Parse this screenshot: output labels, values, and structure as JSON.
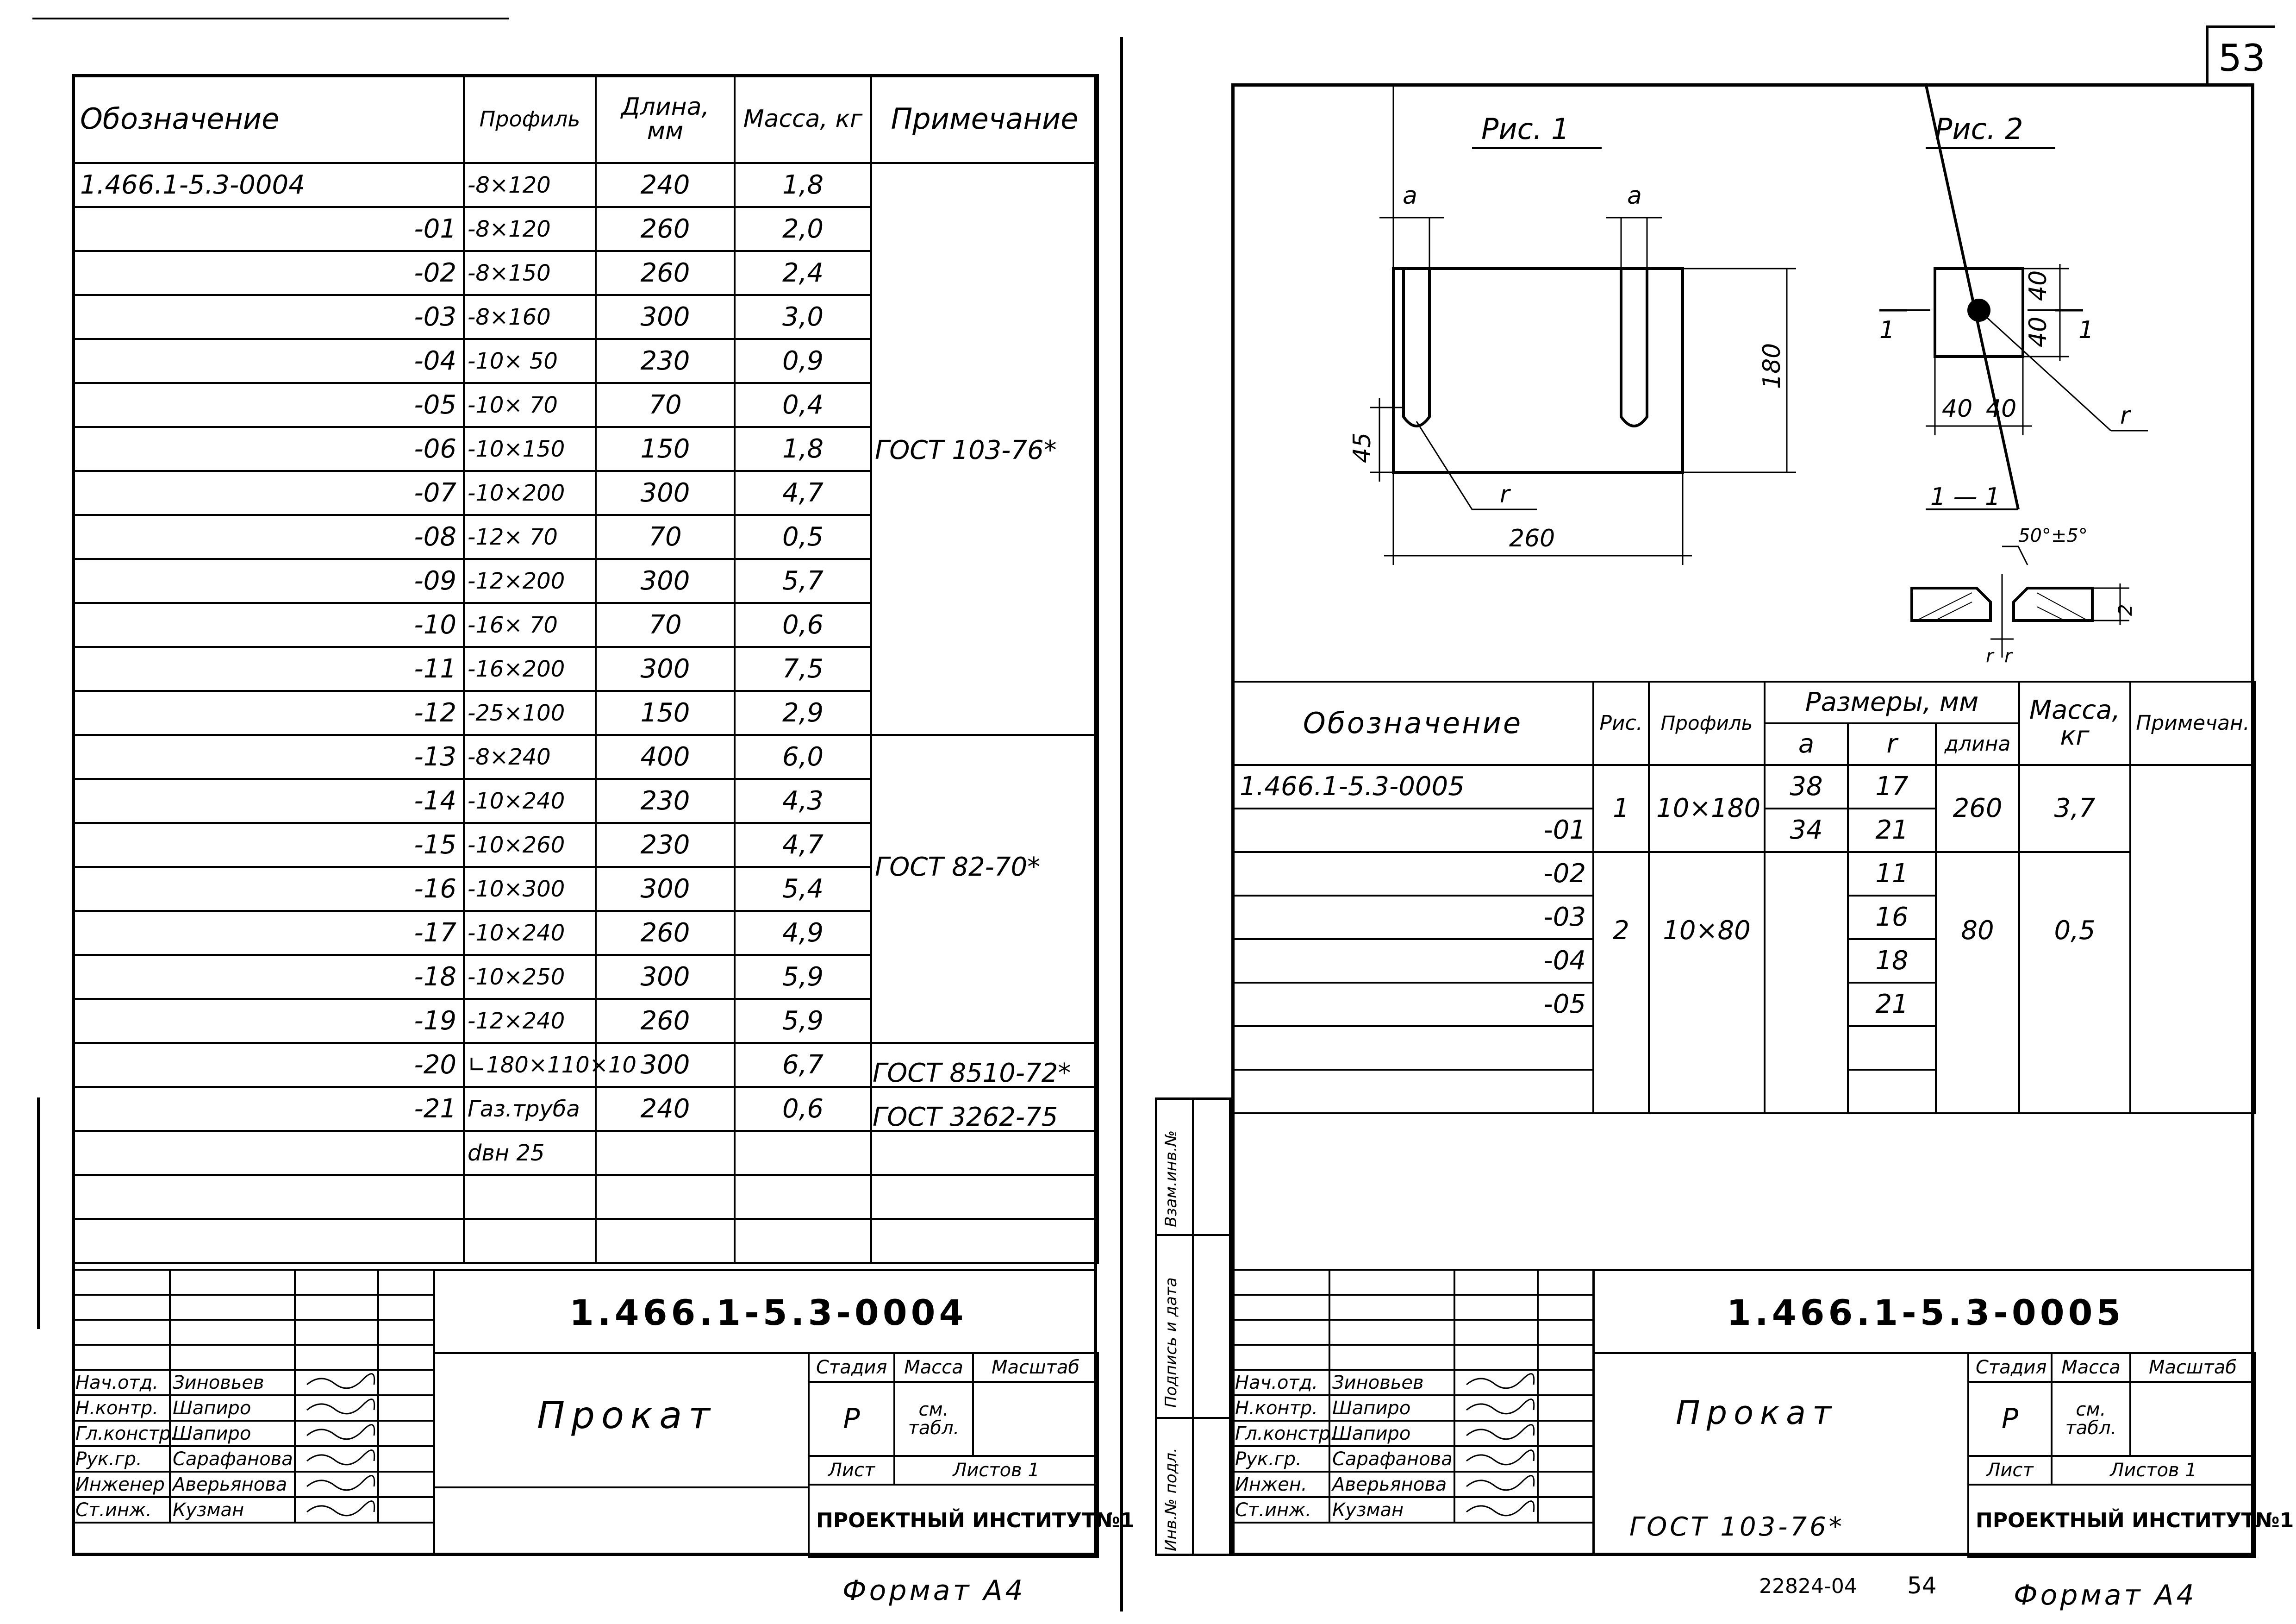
{
  "page_number": "53",
  "left_sheet": {
    "headers": [
      "Обозначение",
      "Профиль",
      "Длина, мм",
      "Масса, кг",
      "Примечание"
    ],
    "rows": [
      {
        "designation": "1.466.1-5.3-0004",
        "profile": "-8×120",
        "length": "240",
        "mass": "1,8"
      },
      {
        "designation": "-01",
        "profile": "-8×120",
        "length": "260",
        "mass": "2,0"
      },
      {
        "designation": "-02",
        "profile": "-8×150",
        "length": "260",
        "mass": "2,4"
      },
      {
        "designation": "-03",
        "profile": "-8×160",
        "length": "300",
        "mass": "3,0"
      },
      {
        "designation": "-04",
        "profile": "-10× 50",
        "length": "230",
        "mass": "0,9"
      },
      {
        "designation": "-05",
        "profile": "-10× 70",
        "length": "70",
        "mass": "0,4"
      },
      {
        "designation": "-06",
        "profile": "-10×150",
        "length": "150",
        "mass": "1,8"
      },
      {
        "designation": "-07",
        "profile": "-10×200",
        "length": "300",
        "mass": "4,7"
      },
      {
        "designation": "-08",
        "profile": "-12× 70",
        "length": "70",
        "mass": "0,5"
      },
      {
        "designation": "-09",
        "profile": "-12×200",
        "length": "300",
        "mass": "5,7"
      },
      {
        "designation": "-10",
        "profile": "-16× 70",
        "length": "70",
        "mass": "0,6"
      },
      {
        "designation": "-11",
        "profile": "-16×200",
        "length": "300",
        "mass": "7,5"
      },
      {
        "designation": "-12",
        "profile": "-25×100",
        "length": "150",
        "mass": "2,9"
      },
      {
        "designation": "-13",
        "profile": "-8×240",
        "length": "400",
        "mass": "6,0"
      },
      {
        "designation": "-14",
        "profile": "-10×240",
        "length": "230",
        "mass": "4,3"
      },
      {
        "designation": "-15",
        "profile": "-10×260",
        "length": "230",
        "mass": "4,7"
      },
      {
        "designation": "-16",
        "profile": "-10×300",
        "length": "300",
        "mass": "5,4"
      },
      {
        "designation": "-17",
        "profile": "-10×240",
        "length": "260",
        "mass": "4,9"
      },
      {
        "designation": "-18",
        "profile": "-10×250",
        "length": "300",
        "mass": "5,9"
      },
      {
        "designation": "-19",
        "profile": "-12×240",
        "length": "260",
        "mass": "5,9"
      },
      {
        "designation": "-20",
        "profile": "∟180×110×10",
        "length": "300",
        "mass": "6,7"
      },
      {
        "designation": "-21",
        "profile": "Газ.труба",
        "length": "240",
        "mass": "0,6"
      },
      {
        "designation": "",
        "profile": "dвн 25",
        "length": "",
        "mass": ""
      }
    ],
    "notes": {
      "gost1": "ГОСТ 103-76*",
      "gost2": "ГОСТ 82-70*",
      "gost3": "ГОСТ 8510-72*",
      "gost4": "ГОСТ 3262-75"
    },
    "title_block": {
      "code": "1.466.1-5.3-0004",
      "name": "Прокат",
      "stage_label": "Стадия",
      "mass_label": "Масса",
      "scale_label": "Масштаб",
      "stage": "Р",
      "mass_value": "см. табл.",
      "sheet_label": "Лист",
      "sheets_label": "Листов 1",
      "institute": "ПРОЕКТНЫЙ ИНСТИТУТ№1",
      "signatures": [
        {
          "role": "Нач.отд.",
          "name": "Зиновьев"
        },
        {
          "role": "Н.контр.",
          "name": "Шапиро"
        },
        {
          "role": "Гл.констр.",
          "name": "Шапиро"
        },
        {
          "role": "Рук.гр.",
          "name": "Сарафанова"
        },
        {
          "role": "Инженер",
          "name": "Аверьянова"
        },
        {
          "role": "Ст.инж.",
          "name": "Кузман"
        }
      ]
    },
    "format": "Формат А4"
  },
  "right_sheet": {
    "fig1_title": "Рис. 1",
    "fig2_title": "Рис. 2",
    "section_title": "1 — 1",
    "fig1_dims": {
      "a": "a",
      "height": "180",
      "bottom": "45",
      "width": "260",
      "r": "r"
    },
    "fig2_dims": {
      "d1": "40",
      "d2": "40",
      "d3": "40",
      "d4": "40",
      "r": "r",
      "angle": "50°±5°",
      "cut": "1",
      "t": "2"
    },
    "headers": {
      "designation": "Обозначение",
      "fig": "Рис.",
      "profile": "Профиль",
      "dims": "Размеры, мм",
      "a": "a",
      "r": "r",
      "length": "длина",
      "mass": "Масса, кг",
      "note": "Примечан."
    },
    "rows": [
      {
        "designation": "1.466.1-5.3-0005",
        "a": "38",
        "r": "17"
      },
      {
        "designation": "-01",
        "a": "34",
        "r": "21"
      },
      {
        "designation": "-02",
        "a": "",
        "r": "11"
      },
      {
        "designation": "-03",
        "a": "",
        "r": "16"
      },
      {
        "designation": "-04",
        "a": "",
        "r": "18"
      },
      {
        "designation": "-05",
        "a": "",
        "r": "21"
      }
    ],
    "group1": {
      "fig": "1",
      "profile": "10×180",
      "length": "260",
      "mass": "3,7"
    },
    "group2": {
      "fig": "2",
      "profile": "10×80",
      "length": "80",
      "mass": "0,5"
    },
    "side_labels": [
      "Взам.инв.№",
      "Подпись и дата",
      "Инв.№ подл."
    ],
    "title_block": {
      "code": "1.466.1-5.3-0005",
      "name": "Прокат",
      "material": "ГОСТ 103-76*",
      "stage_label": "Стадия",
      "mass_label": "Масса",
      "scale_label": "Масштаб",
      "stage": "Р",
      "mass_value": "см. табл.",
      "sheet_label": "Лист",
      "sheets_label": "Листов 1",
      "institute": "ПРОЕКТНЫЙ ИНСТИТУТ№1",
      "signatures": [
        {
          "role": "Нач.отд.",
          "name": "Зиновьев"
        },
        {
          "role": "Н.контр.",
          "name": "Шапиро"
        },
        {
          "role": "Гл.констр.",
          "name": "Шапиро"
        },
        {
          "role": "Рук.гр.",
          "name": "Сарафанова"
        },
        {
          "role": "Инжен.",
          "name": "Аверьянова"
        },
        {
          "role": "Ст.инж.",
          "name": "Кузман"
        }
      ]
    },
    "footer_code": "22824-04",
    "footer_num": "54",
    "format": "Формат А4"
  }
}
